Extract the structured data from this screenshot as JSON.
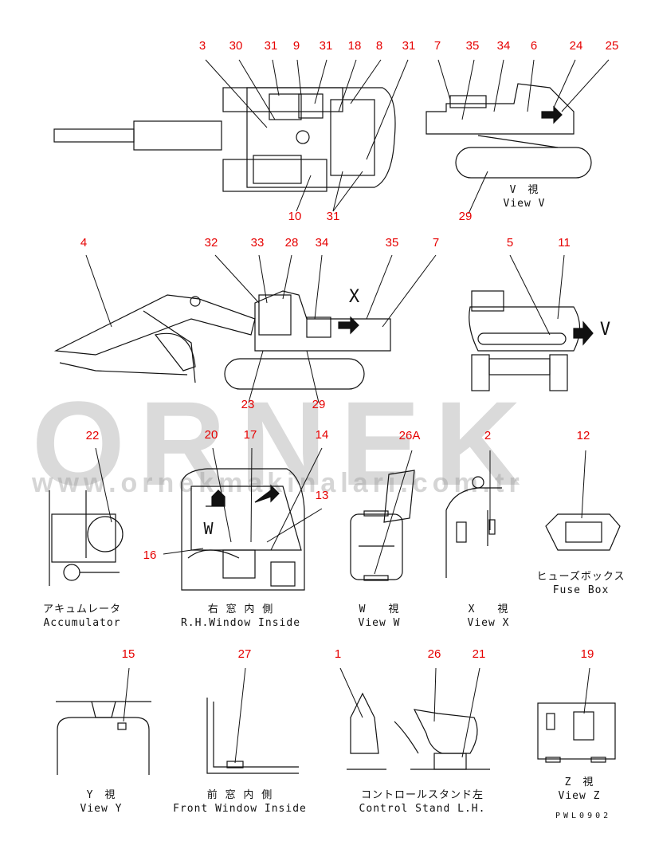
{
  "watermark": {
    "brand": "ORNEK",
    "url": "www.ornekmakinalari.com.tr"
  },
  "callout_color": "#e60000",
  "callouts": {
    "top_view": [
      "3",
      "30",
      "31",
      "9",
      "31",
      "18",
      "8",
      "31",
      "10",
      "31"
    ],
    "view_v": [
      "7",
      "35",
      "34",
      "6",
      "24",
      "25",
      "29"
    ],
    "side_view": [
      "4",
      "32",
      "33",
      "28",
      "34",
      "35",
      "7",
      "23",
      "29"
    ],
    "rear_view": [
      "5",
      "11"
    ],
    "accumulator": [
      "22"
    ],
    "rh_window": [
      "20",
      "17",
      "14",
      "13",
      "16"
    ],
    "view_w": [
      "26A"
    ],
    "view_x": [
      "2"
    ],
    "fuse_box": [
      "12"
    ],
    "view_y": [
      "15"
    ],
    "front_window": [
      "27"
    ],
    "control_stand": [
      "1",
      "26",
      "21"
    ],
    "view_z": [
      "19"
    ]
  },
  "labels": {
    "view_arrow": "V",
    "w_mark": "W",
    "x_mark": "X"
  },
  "captions": {
    "view_v": [
      "V　視",
      "View V"
    ],
    "accumulator": [
      "アキュムレータ",
      "Accumulator"
    ],
    "rh_window": [
      "右 窓 内 側",
      "R.H.Window Inside"
    ],
    "view_w": [
      "W　　視",
      "View W"
    ],
    "view_x": [
      "X　　視",
      "View X"
    ],
    "fuse_box": [
      "ヒューズボックス",
      "Fuse Box"
    ],
    "view_y": [
      "Y　視",
      "View Y"
    ],
    "front_window": [
      "前 窓 内 側",
      "Front Window Inside"
    ],
    "control_stand": [
      "コントロールスタンド左",
      "Control Stand L.H."
    ],
    "view_z": [
      "Z　視",
      "View Z"
    ]
  },
  "drawing_code": "PWL0902"
}
